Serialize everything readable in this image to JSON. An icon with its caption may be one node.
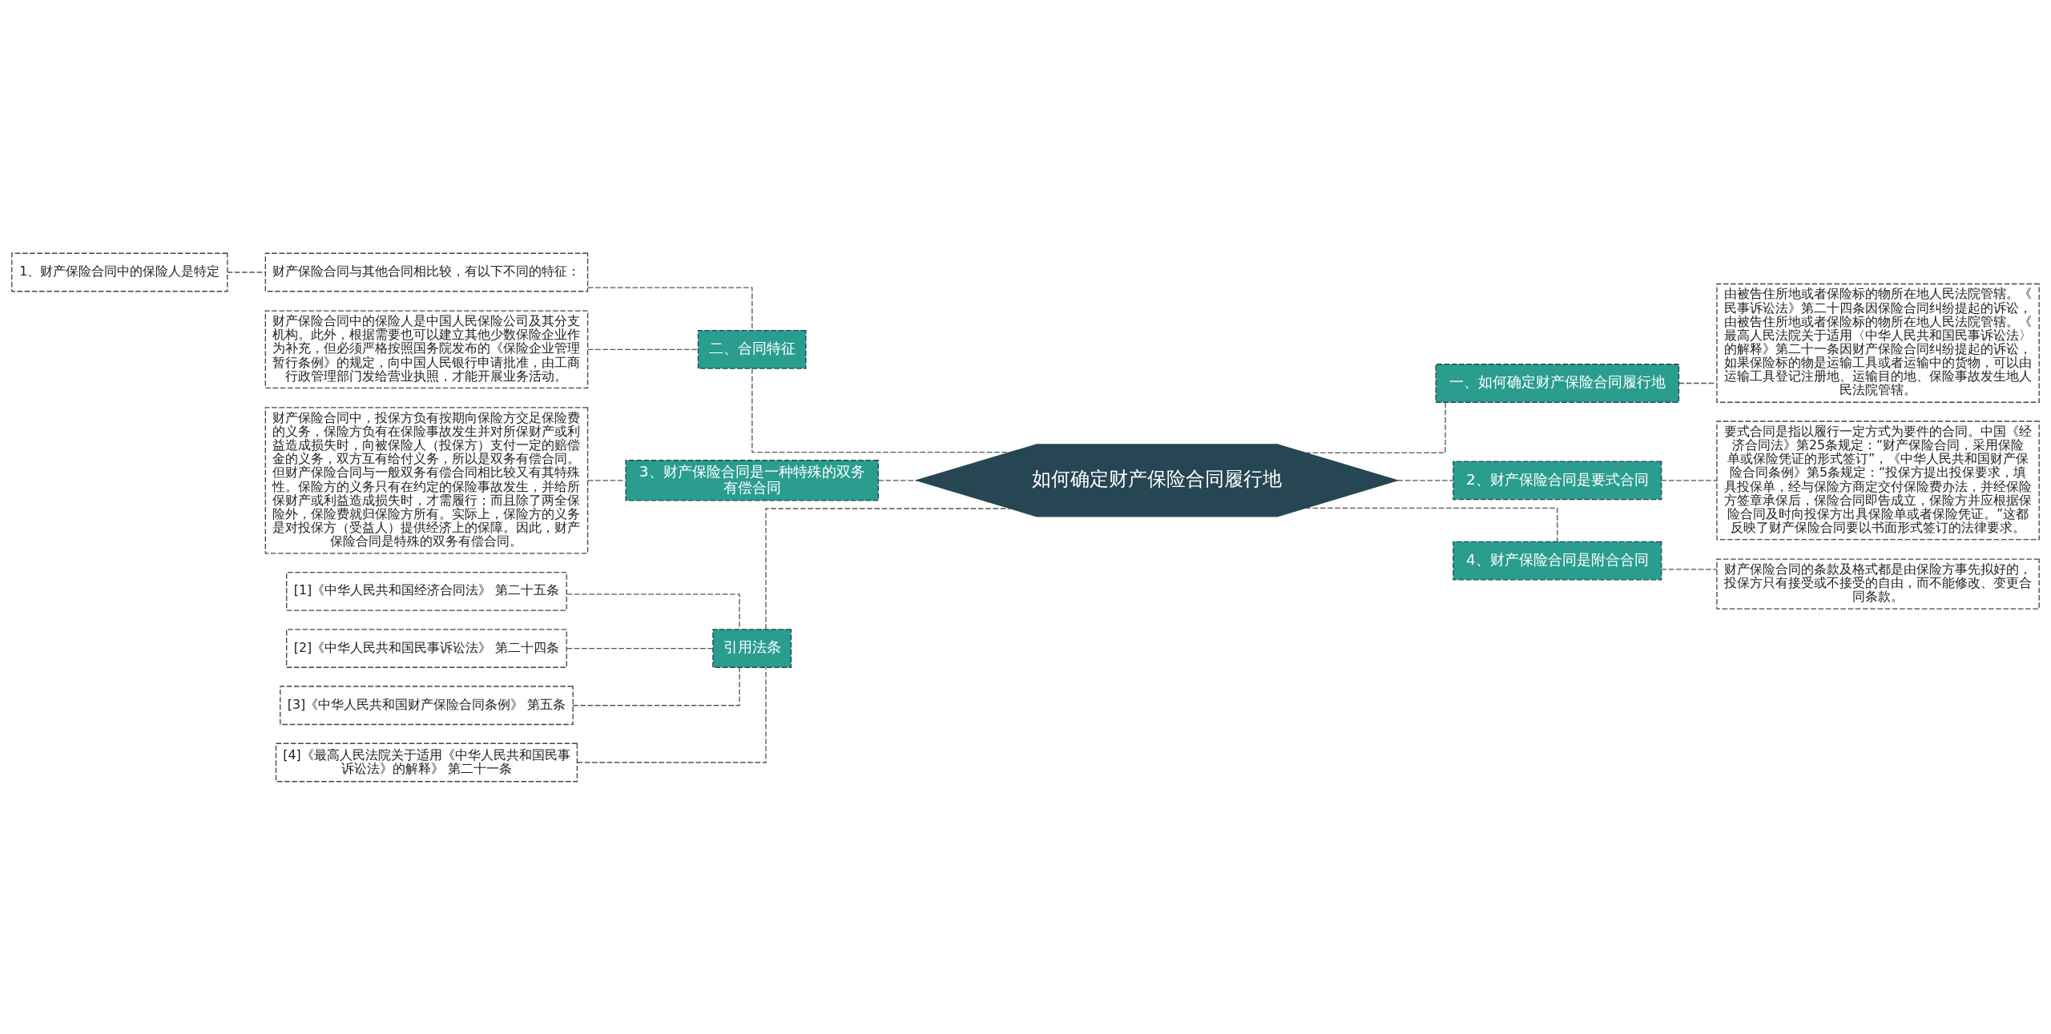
{
  "diagram": {
    "nodes": [
      {
        "text": [
          "如何确定财产保险合同履行地"
        ]
      },
      {
        "text": [
          "二、合同特征"
        ]
      },
      {
        "text": [
          "财产保险合同与其他合同相比较，有以下不同的特征："
        ]
      },
      {
        "text": [
          "1、财产保险合同中的保险人是特定"
        ]
      },
      {
        "text": [
          "财产保险合同中的保险人是中国人民保险公司及其分支机构。此外，根据需要也可以建立其他少数保险企业作为补充，但必须严格按照国务院发布的《保险企业管理暂行条例》的规定，向中国人民银行申请批准，由工商行政管理部门发给营业执照，才能开展业务活动。"
        ]
      },
      {
        "text": [
          "3、财产保险合同是一种特殊的双务有偿合同"
        ]
      },
      {
        "text": [
          "财产保险合同中，投保方负有按期向保险方交足保险费的义务，保险方负有在保险事故发生并对所保财产或利益造成损失时，向被保险人（投保方）支付一定的赔偿金的义务，双方互有给付义务，所以是双务有偿合同。但财产保险合同与一般双务有偿合同相比较又有其特殊性。保险方的义务只有在约定的保险事故发生，并给所保财产或利益造成损失时，才需履行；而且除了两全保险外，保险费就归保险方所有。实际上，保险方的义务是对投保方（受益人）提供经济上的保障。因此，财产保险合同是特殊的双务有偿合同。"
        ]
      },
      {
        "text": [
          "引用法条"
        ]
      },
      {
        "text": [
          "[1]《中华人民共和国经济合同法》 第二十五条"
        ]
      },
      {
        "text": [
          "[2]《中华人民共和国民事诉讼法》 第二十四条"
        ]
      },
      {
        "text": [
          "[3]《中华人民共和国财产保险合同条例》 第五条"
        ]
      },
      {
        "text": [
          "[4]《最高人民法院关于适用《中华人民共和国民事诉讼法》的解释》 第二十一条"
        ]
      },
      {
        "text": [
          "一、如何确定财产保险合同履行地"
        ]
      },
      {
        "text": [
          "由被告住所地或者保险标的物所在地人民法院管辖。《民事诉讼法》第二十四条因保险合同纠纷提起的诉讼，由被告住所地或者保险标的物所在地人民法院管辖。《最高人民法院关于适用〈中华人民共和国民事诉讼法〉的解释》第二十一条因财产保险合同纠纷提起的诉讼，如果保险标的物是运输工具或者运输中的货物，可以由运输工具登记注册地、运输目的地、保险事故发生地人民法院管辖。"
        ]
      },
      {
        "text": [
          "2、财产保险合同是要式合同"
        ]
      },
      {
        "text": [
          "要式合同是指以履行一定方式为要件的合同。中国《经济合同法》第25条规定：“财产保险合同，采用保险单或保险凭证的形式签订”，《中华人民共和国财产保险合同条例》第5条规定：“投保方提出投保要求，填具投保单，经与保险方商定交付保险费办法，并经保险方签章承保后，保险合同即告成立，保险方并应根据保险合同及时向投保方出具保险单或者保险凭证。”这都反映了财产保险合同要以书面形式签订的法律要求。"
        ]
      },
      {
        "text": [
          "4、财产保险合同是附合合同"
        ]
      },
      {
        "text": [
          "财产保险合同的条款及格式都是由保险方事先拟好的，投保方只有接受或不接受的自由，而不能修改、变更合同条款。"
        ]
      }
    ],
    "edges": [
      {
        "from": 0,
        "to": 1,
        "arrow": "none"
      },
      {
        "from": 1,
        "to": 2,
        "arrow": "none"
      },
      {
        "from": 2,
        "to": 3,
        "arrow": "none"
      },
      {
        "from": 1,
        "to": 4,
        "arrow": "none"
      },
      {
        "from": 0,
        "to": 5,
        "arrow": "none"
      },
      {
        "from": 5,
        "to": 6,
        "arrow": "none"
      },
      {
        "from": 0,
        "to": 7,
        "arrow": "none"
      },
      {
        "from": 7,
        "to": 8,
        "arrow": "none"
      },
      {
        "from": 7,
        "to": 9,
        "arrow": "none"
      },
      {
        "from": 7,
        "to": 10,
        "arrow": "none"
      },
      {
        "from": 7,
        "to": 11,
        "arrow": "none"
      },
      {
        "from": 0,
        "to": 12,
        "arrow": "none"
      },
      {
        "from": 12,
        "to": 13,
        "arrow": "none"
      },
      {
        "from": 0,
        "to": 14,
        "arrow": "none"
      },
      {
        "from": 14,
        "to": 15,
        "arrow": "none"
      },
      {
        "from": 0,
        "to": 16,
        "arrow": "none"
      },
      {
        "from": 16,
        "to": 17,
        "arrow": "none"
      }
    ]
  }
}
